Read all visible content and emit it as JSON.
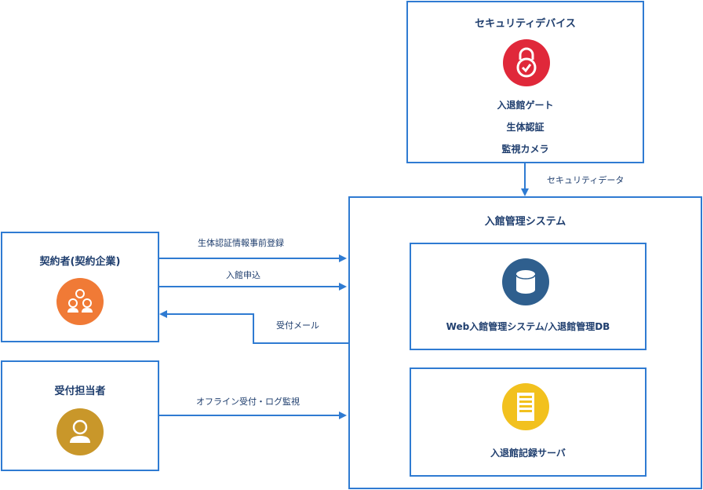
{
  "security_device": {
    "title": "セキュリティデバイス",
    "items": [
      "入退館ゲート",
      "生体認証",
      "監視カメラ"
    ],
    "icon": "lock-check-icon",
    "icon_color": "#e0283a"
  },
  "system": {
    "title": "入館管理システム",
    "db": {
      "label": "Web入館管理システム/入退館管理DB",
      "icon": "database-icon",
      "icon_color": "#2f5f8e"
    },
    "server": {
      "label": "入退館記録サーバ",
      "icon": "server-icon",
      "icon_color": "#f2c11e"
    }
  },
  "contractor": {
    "title": "契約者(契約企業)",
    "icon": "group-icon",
    "icon_color": "#f07a36"
  },
  "receptionist": {
    "title": "受付担当者",
    "icon": "person-icon",
    "icon_color": "#c9972a"
  },
  "edges": {
    "security_data": "セキュリティデータ",
    "bio_register": "生体認証情報事前登録",
    "entry_request": "入館申込",
    "reception_mail": "受付メール",
    "offline": "オフライン受付・ログ監視"
  },
  "colors": {
    "border": "#2f7bd2",
    "text": "#1f3e6e"
  }
}
